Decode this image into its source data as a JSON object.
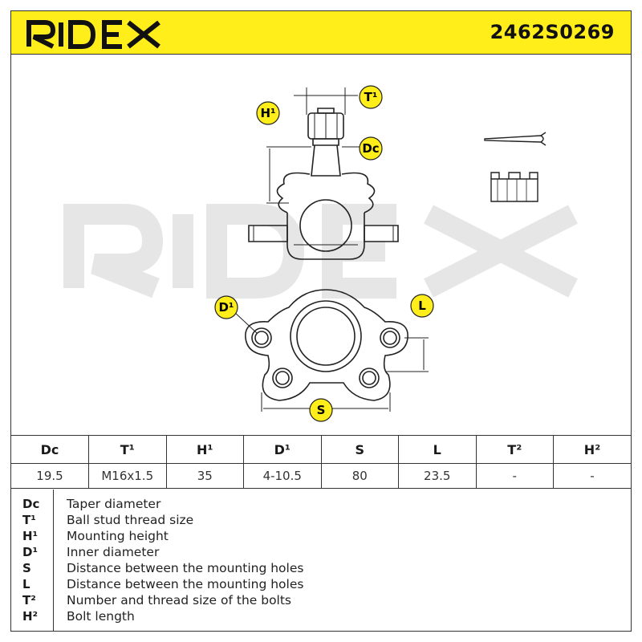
{
  "header": {
    "brand": "RIDEX",
    "part_number": "2462S0269"
  },
  "drawing": {
    "watermark": "RIDEX",
    "labels": {
      "t1": "T¹",
      "h1": "H¹",
      "dc": "Dc",
      "d1": "D¹",
      "l": "L",
      "s": "S"
    },
    "colors": {
      "badge": "#ffee1a",
      "watermark": "#e6e6e6",
      "line": "#222222"
    }
  },
  "specs": {
    "headers": [
      "Dc",
      "T¹",
      "H¹",
      "D¹",
      "S",
      "L",
      "T²",
      "H²"
    ],
    "values": [
      "19.5",
      "M16x1.5",
      "35",
      "4-10.5",
      "80",
      "23.5",
      "-",
      "-"
    ]
  },
  "legend": [
    {
      "code": "Dc",
      "desc": "Taper diameter"
    },
    {
      "code": "T¹",
      "desc": "Ball stud thread size"
    },
    {
      "code": "H¹",
      "desc": "Mounting height"
    },
    {
      "code": "D¹",
      "desc": "Inner diameter"
    },
    {
      "code": "S",
      "desc": "Distance between the mounting holes"
    },
    {
      "code": "L",
      "desc": "Distance between the mounting holes"
    },
    {
      "code": "T²",
      "desc": "Number and thread size of the bolts"
    },
    {
      "code": "H²",
      "desc": "Bolt length"
    }
  ]
}
